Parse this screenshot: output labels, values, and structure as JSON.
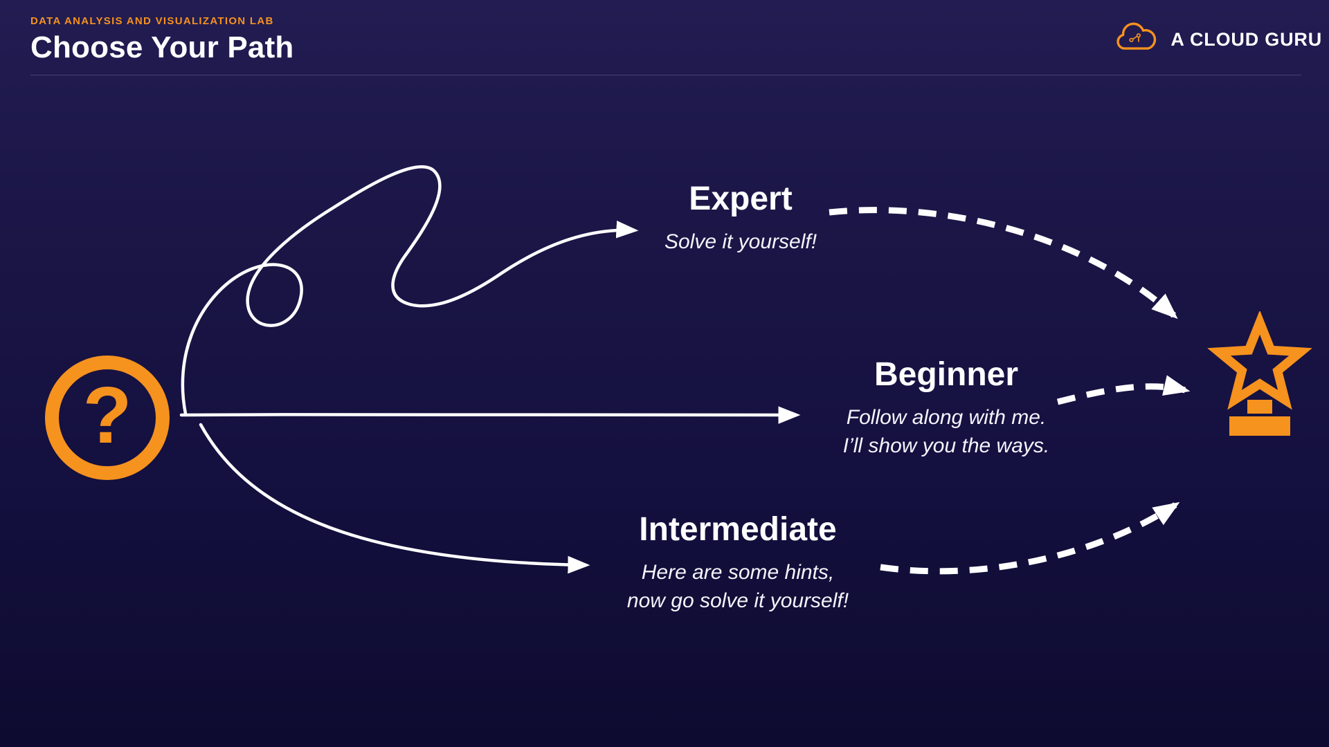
{
  "header": {
    "eyebrow": "DATA ANALYSIS AND VISUALIZATION LAB",
    "title": "Choose Your Path"
  },
  "brand": {
    "name": "A CLOUD GURU"
  },
  "icons": {
    "question_glyph": "?",
    "question_badge": "question-mark-in-circle",
    "trophy": "trophy-star",
    "cloud_logo": "acg-cloud"
  },
  "colors": {
    "accent_orange": "#F6921E",
    "line_white": "#FFFFFF",
    "background_top": "#221C52",
    "background_bottom": "#0E0B30"
  },
  "levels": [
    {
      "name": "Expert",
      "tagline_lines": [
        "Solve it yourself!"
      ],
      "line_style": "squiggle"
    },
    {
      "name": "Beginner",
      "tagline_lines": [
        "Follow along with me.",
        "I’ll show you the ways."
      ],
      "line_style": "straight"
    },
    {
      "name": "Intermediate",
      "tagline_lines": [
        "Here are some hints,",
        "now go solve it yourself!"
      ],
      "line_style": "curve"
    }
  ]
}
